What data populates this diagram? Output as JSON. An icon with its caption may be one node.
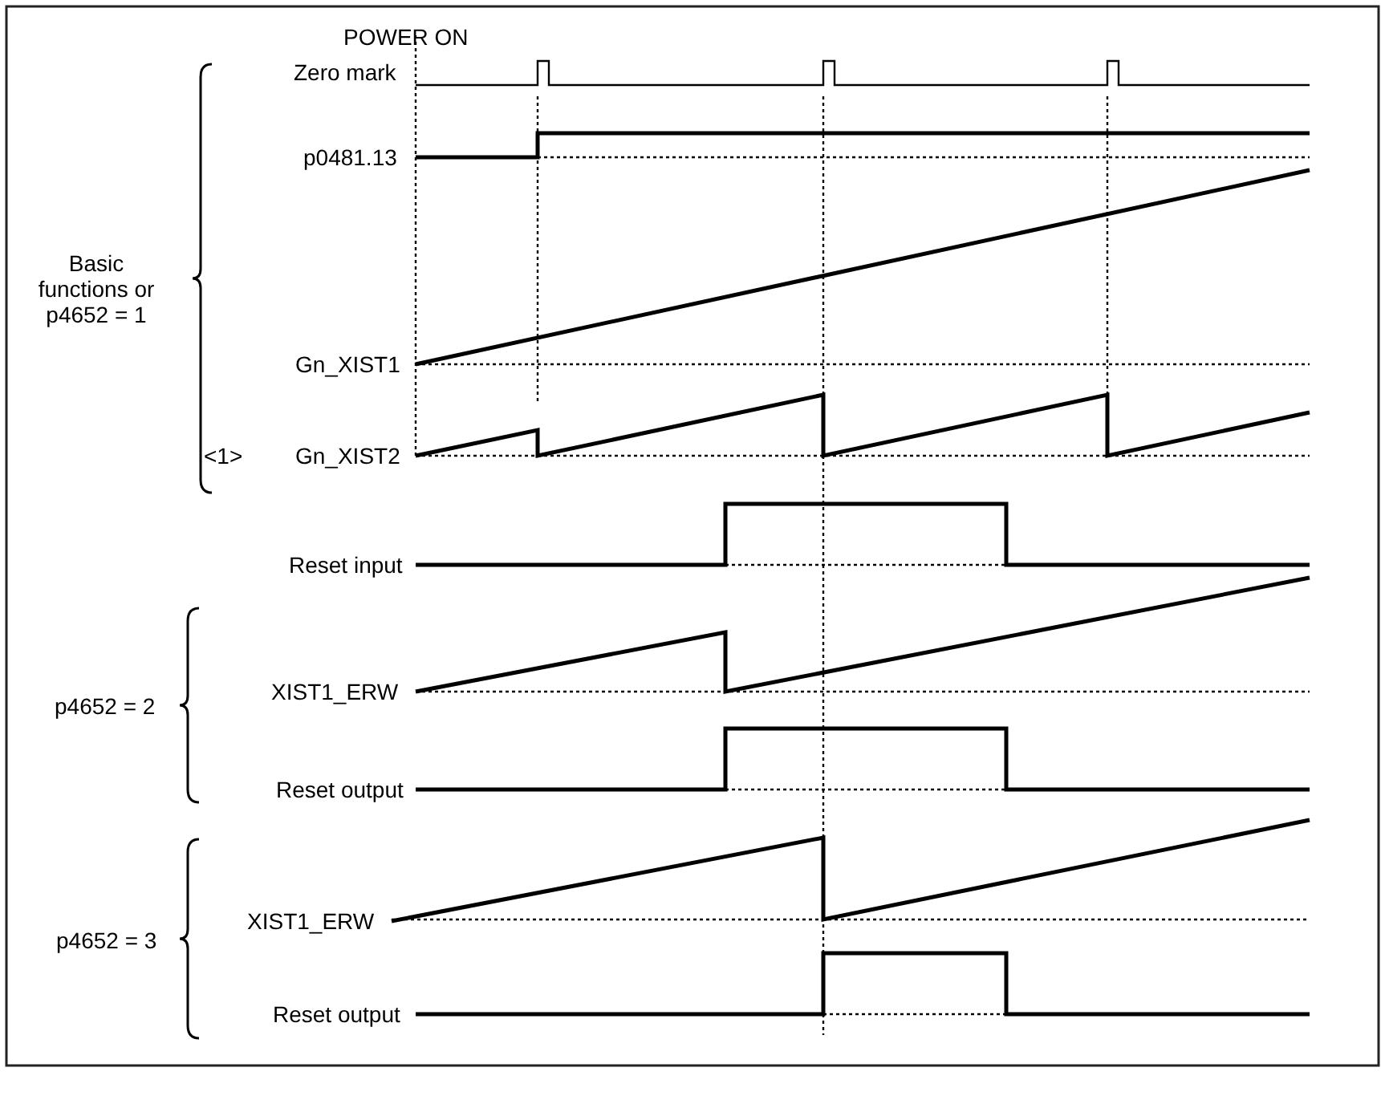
{
  "diagram": {
    "labels": [
      "POWER ON",
      "Zero mark",
      "p0481.13",
      "Basic functions or p4652 = 1",
      "Gn_XIST1",
      "<1>",
      "Gn_XIST2",
      "Reset input",
      "p4652 = 2",
      "XIST1_ERW",
      "Reset output",
      "p4652 = 3",
      "XIST1_ERW",
      "Reset output"
    ]
  }
}
